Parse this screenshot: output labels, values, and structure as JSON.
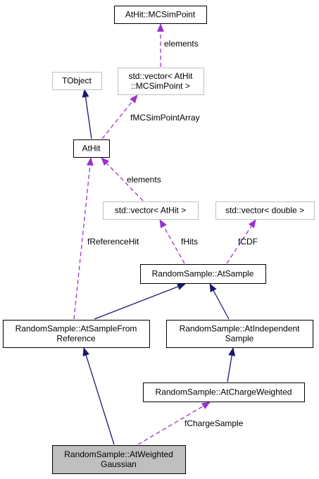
{
  "colors": {
    "inheritance_edge": "#191970",
    "usage_edge": "#9a32cd",
    "node_border": "#000000",
    "external_border": "#bfbfbf",
    "highlight_fill": "#bfbfbf",
    "node_fill": "#ffffff"
  },
  "nodes": {
    "mcsimpoint": {
      "lines": [
        "AtHit::MCSimPoint"
      ],
      "style": "normal"
    },
    "vector_mcsimpoint": {
      "lines": [
        "std::vector< AtHit",
        "::MCSimPoint >"
      ],
      "style": "external"
    },
    "tobject": {
      "lines": [
        "TObject"
      ],
      "style": "external"
    },
    "athit": {
      "lines": [
        "AtHit"
      ],
      "style": "normal"
    },
    "vector_athit": {
      "lines": [
        "std::vector< AtHit >"
      ],
      "style": "external"
    },
    "vector_double": {
      "lines": [
        "std::vector< double >"
      ],
      "style": "external"
    },
    "atsample": {
      "lines": [
        "RandomSample::AtSample"
      ],
      "style": "normal"
    },
    "sample_from_ref": {
      "lines": [
        "RandomSample::AtSampleFrom",
        "Reference"
      ],
      "style": "normal"
    },
    "independent": {
      "lines": [
        "RandomSample::AtIndependent",
        "Sample"
      ],
      "style": "normal"
    },
    "charge_weighted": {
      "lines": [
        "RandomSample::AtChargeWeighted"
      ],
      "style": "normal"
    },
    "weighted_gaussian": {
      "lines": [
        "RandomSample::AtWeighted",
        "Gaussian"
      ],
      "style": "highlight"
    }
  },
  "edges": [
    {
      "from": "vector_mcsimpoint",
      "to": "mcsimpoint",
      "kind": "usage",
      "label": "elements"
    },
    {
      "from": "athit",
      "to": "tobject",
      "kind": "inheritance",
      "label": ""
    },
    {
      "from": "athit",
      "to": "vector_mcsimpoint",
      "kind": "usage",
      "label": "fMCSimPointArray"
    },
    {
      "from": "vector_athit",
      "to": "athit",
      "kind": "usage",
      "label": "elements"
    },
    {
      "from": "sample_from_ref",
      "to": "athit",
      "kind": "usage",
      "label": "fReferenceHit"
    },
    {
      "from": "atsample",
      "to": "vector_athit",
      "kind": "usage",
      "label": "fHits"
    },
    {
      "from": "atsample",
      "to": "vector_double",
      "kind": "usage",
      "label": "fCDF"
    },
    {
      "from": "sample_from_ref",
      "to": "atsample",
      "kind": "inheritance",
      "label": ""
    },
    {
      "from": "independent",
      "to": "atsample",
      "kind": "inheritance",
      "label": ""
    },
    {
      "from": "charge_weighted",
      "to": "independent",
      "kind": "inheritance",
      "label": ""
    },
    {
      "from": "weighted_gaussian",
      "to": "sample_from_ref",
      "kind": "inheritance",
      "label": ""
    },
    {
      "from": "weighted_gaussian",
      "to": "charge_weighted",
      "kind": "usage",
      "label": "fChargeSample"
    }
  ]
}
